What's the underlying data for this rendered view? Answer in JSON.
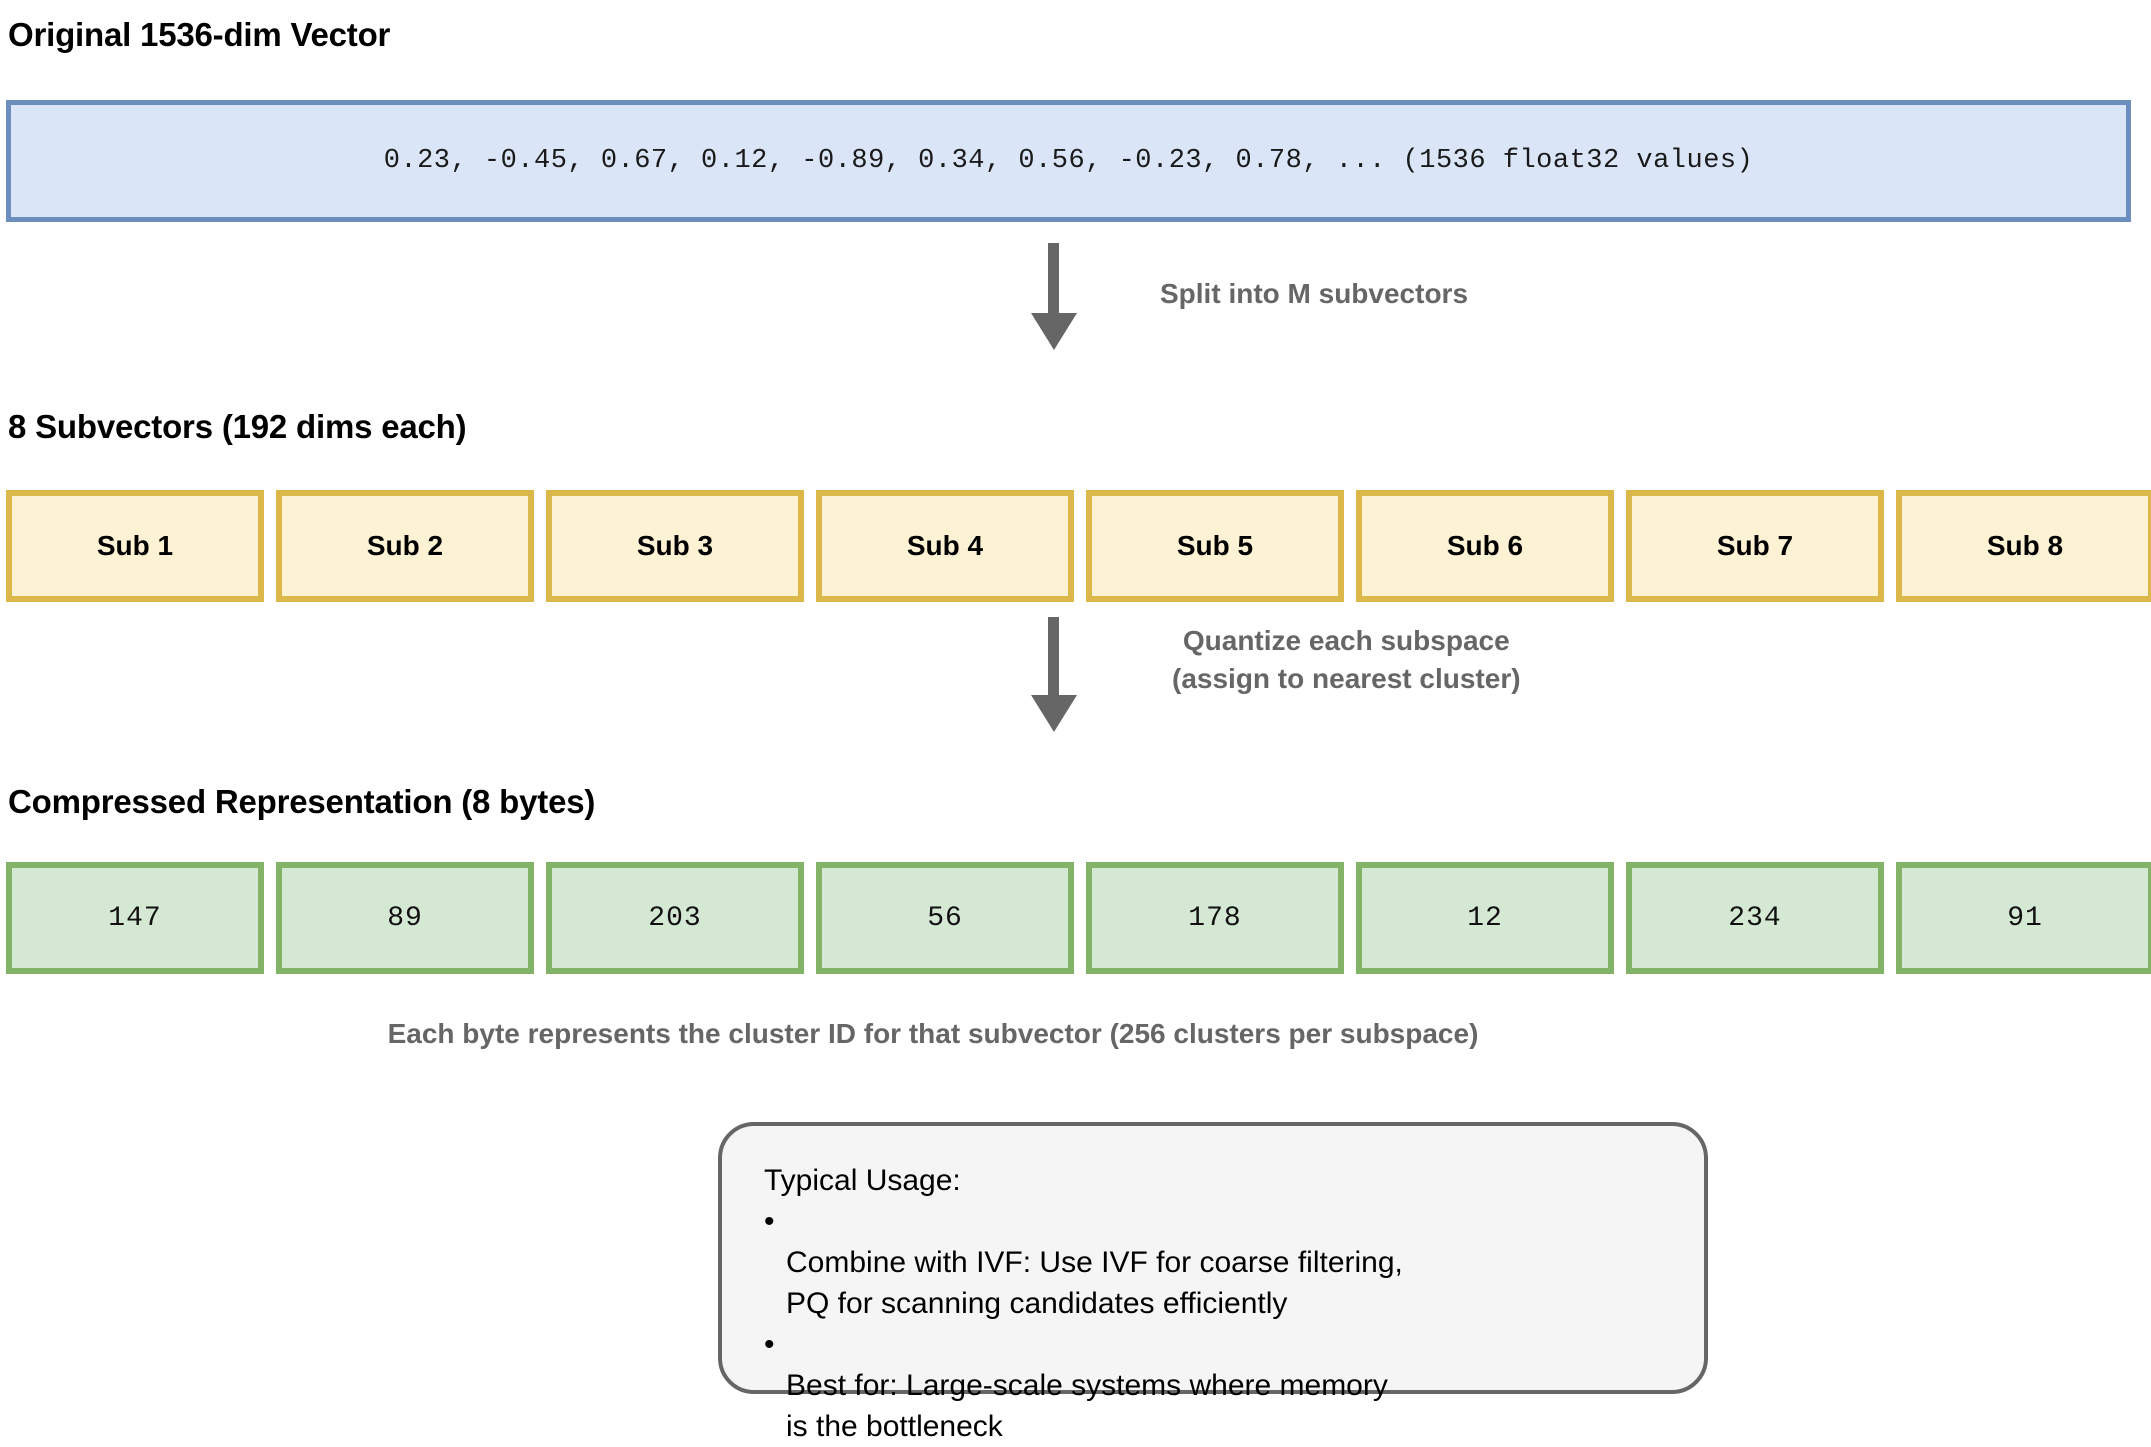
{
  "sections": {
    "original": {
      "heading": "Original 1536-dim Vector",
      "vector_text": "0.23, -0.45, 0.67, 0.12, -0.89, 0.34, 0.56, -0.23, 0.78, ... (1536 float32 values)"
    },
    "subvectors": {
      "heading": "8 Subvectors (192 dims each)",
      "boxes": [
        {
          "label": "Sub 1"
        },
        {
          "label": "Sub 2"
        },
        {
          "label": "Sub 3"
        },
        {
          "label": "Sub 4"
        },
        {
          "label": "Sub 5"
        },
        {
          "label": "Sub 6"
        },
        {
          "label": "Sub 7"
        },
        {
          "label": "Sub 8"
        }
      ]
    },
    "compressed": {
      "heading": "Compressed Representation (8 bytes)",
      "boxes": [
        {
          "value": "147"
        },
        {
          "value": "89"
        },
        {
          "value": "203"
        },
        {
          "value": "56"
        },
        {
          "value": "178"
        },
        {
          "value": "12"
        },
        {
          "value": "234"
        },
        {
          "value": "91"
        }
      ],
      "caption": "Each byte represents the cluster ID for that subvector (256 clusters per subspace)"
    }
  },
  "arrows": {
    "split": {
      "label": "Split into M subvectors"
    },
    "quantize": {
      "label": "Quantize each subspace\n(assign to nearest cluster)"
    }
  },
  "usage_note": {
    "title": "Typical Usage:",
    "bullet_char": "•",
    "items": [
      "Combine with IVF: Use IVF for coarse filtering,\nPQ for scanning candidates efficiently",
      "Best for: Large-scale systems where memory\nis the bottleneck"
    ]
  },
  "colors": {
    "vector_fill": "#dae5f7",
    "vector_border": "#6c8ebf",
    "subvector_fill": "#fdf2d4",
    "subvector_border": "#dcb84a",
    "byte_fill": "#d5e8d4",
    "byte_border": "#82b366",
    "arrow": "#666666",
    "note_fill": "#f5f5f5",
    "note_border": "#666666",
    "heading_text": "#000000",
    "muted_text": "#666666"
  }
}
